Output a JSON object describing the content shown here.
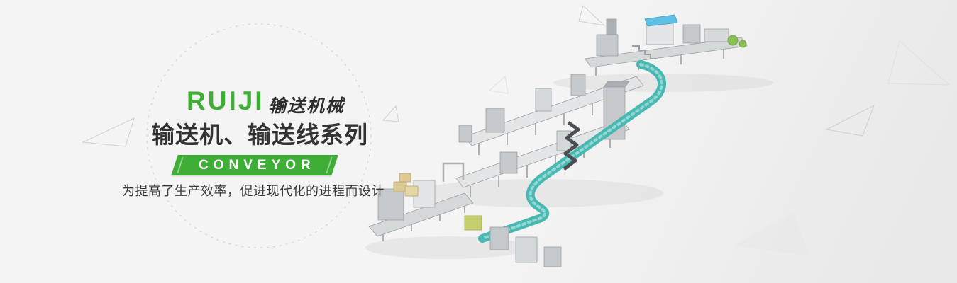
{
  "banner": {
    "brand": "RUIJI",
    "brand_subtitle": "输送机械",
    "title": "输送机、输送线系列",
    "ribbon_label": "CONVEYOR",
    "tagline": "为提高了生产效率，促进现代化的进程而设计"
  },
  "colors": {
    "bg": "#f4f4f4",
    "bg_shade": "#e7e7e7",
    "accent_green": "#3fae36",
    "text_dark": "#333333",
    "ribbon_text": "#ffffff",
    "belt_teal": "#49b8b2",
    "belt_teal_light": "#93d8d2",
    "machine_gray": "#c6c9cb",
    "machine_mid": "#d5d8d9",
    "machine_light": "#e3e5e6",
    "machine_dark": "#aab0b3",
    "machine_stroke": "#9aa0a3",
    "roof_blue": "#5ec1e4",
    "leaf_green": "#8abf56",
    "box_tan": "#dcc993",
    "box_tan2": "#e6d6a6",
    "lime": "#c6cf6e",
    "decor_line": "#cfcfcf",
    "shadow": "#dddddd"
  }
}
